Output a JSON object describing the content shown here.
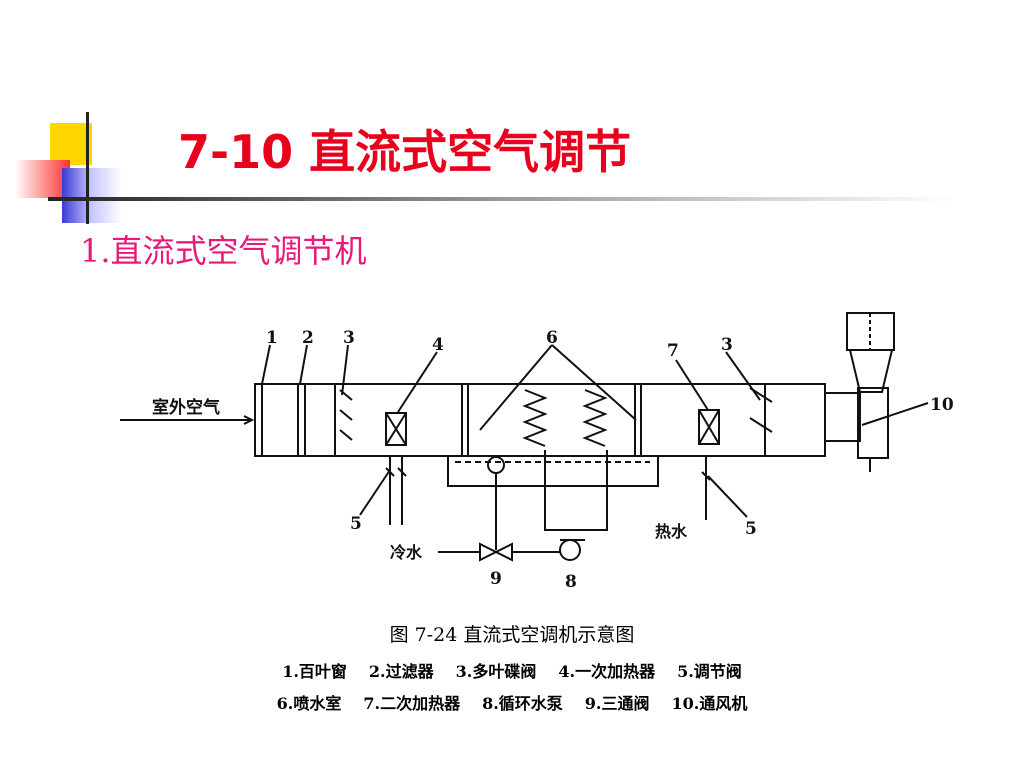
{
  "title": "7-10 直流式空气调节",
  "subtitle": "1.直流式空气调节机",
  "diagram": {
    "outdoor_air": "室外空气",
    "cold_water": "冷水",
    "hot_water": "热水",
    "numbers": [
      "1",
      "2",
      "3",
      "4",
      "6",
      "7",
      "3",
      "10",
      "5",
      "5",
      "9",
      "8"
    ]
  },
  "caption": "图 7-24  直流式空调机示意图",
  "legend_line1": [
    "1.百叶窗",
    "2.过滤器",
    "3.多叶碟阀",
    "4.一次加热器",
    "5.调节阀"
  ],
  "legend_line2": [
    "6.喷水室",
    "7.二次加热器",
    "8.循环水泵",
    "9.三通阀",
    "10.通风机"
  ]
}
